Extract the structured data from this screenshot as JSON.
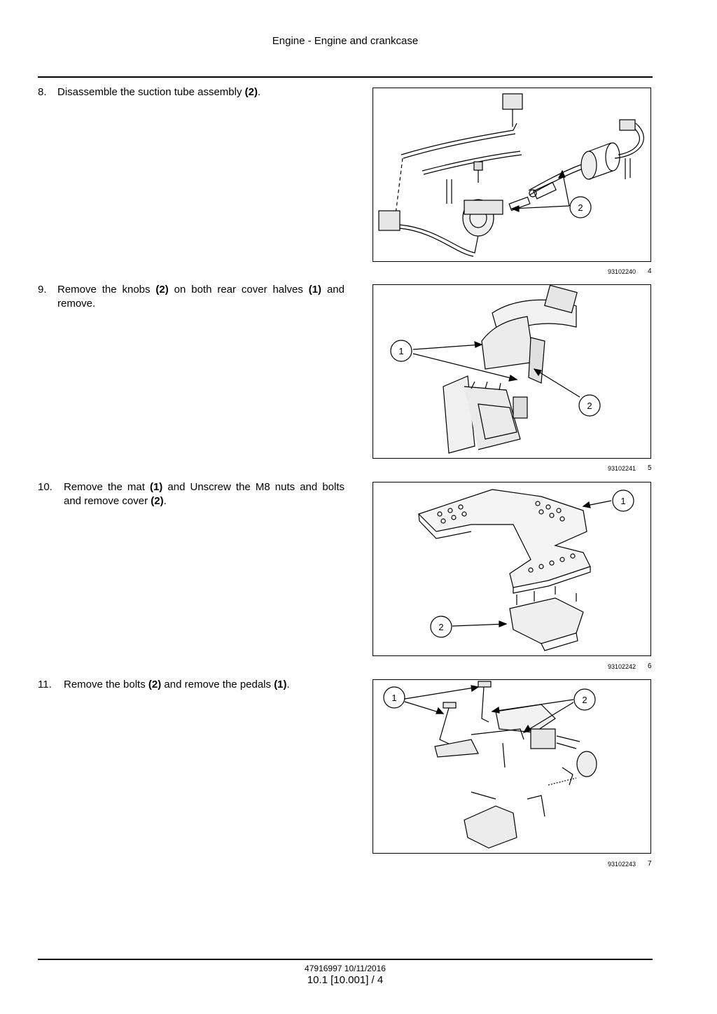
{
  "header": {
    "title": "Engine - Engine and crankcase"
  },
  "steps": [
    {
      "number": "8.",
      "text_before": "Disassemble the suction tube assembly ",
      "ref1": "(2)",
      "text_mid": ".",
      "ref2": "",
      "text_after": ""
    },
    {
      "number": "9.",
      "text_before": "Remove the knobs ",
      "ref1": "(2)",
      "text_mid": " on both rear cover halves ",
      "ref2": "(1)",
      "text_after": " and remove."
    },
    {
      "number": "10.",
      "text_before": "Remove the mat ",
      "ref1": "(1)",
      "text_mid": " and Unscrew the M8 nuts and bolts and remove cover ",
      "ref2": "(2)",
      "text_after": "."
    },
    {
      "number": "11.",
      "text_before": "Remove the bolts ",
      "ref1": "(2)",
      "text_mid": " and remove the pedals ",
      "ref2": "(1)",
      "text_after": "."
    }
  ],
  "figures": [
    {
      "code": "93102240",
      "number": "4",
      "callouts": [
        "2"
      ]
    },
    {
      "code": "93102241",
      "number": "5",
      "callouts": [
        "1",
        "2"
      ]
    },
    {
      "code": "93102242",
      "number": "6",
      "callouts": [
        "1",
        "2"
      ]
    },
    {
      "code": "93102243",
      "number": "7",
      "callouts": [
        "1",
        "2"
      ]
    }
  ],
  "footer": {
    "doc_code": "47916997 10/11/2016",
    "page": "10.1 [10.001] / 4"
  }
}
